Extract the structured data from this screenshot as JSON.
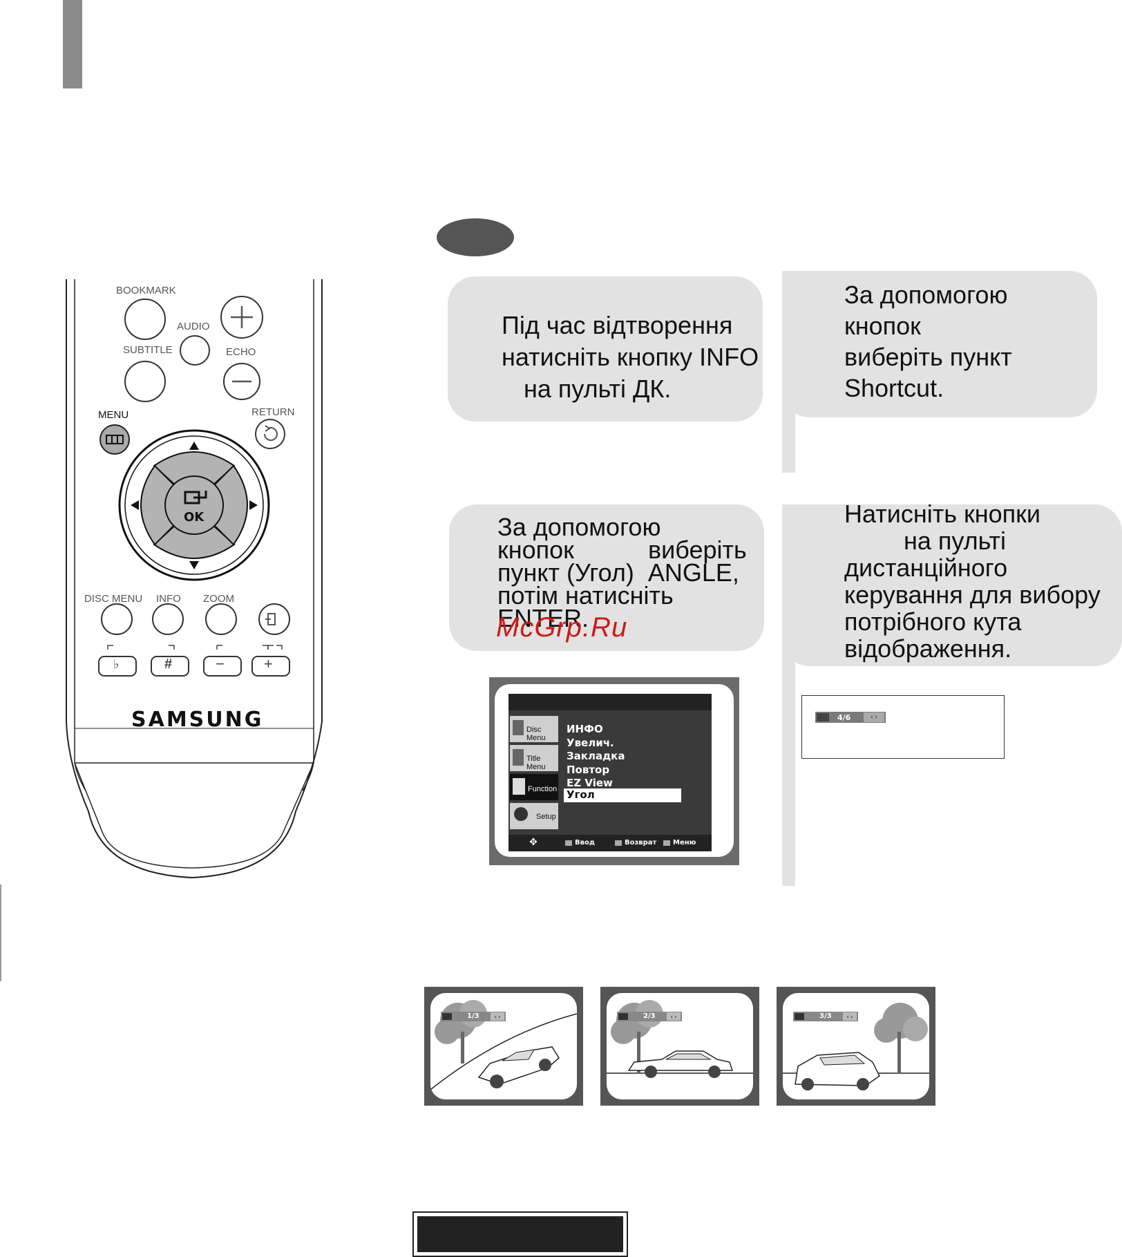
{
  "step1": {
    "line1": "Під час відтворення",
    "line2": "натисніть кнопку INFO",
    "line3": "на пульті ДК."
  },
  "step2": {
    "line1": "За допомогою",
    "line2": "кнопок",
    "line3": "виберіть пункт",
    "line4": "Shortcut."
  },
  "step3": {
    "line1": "За допомогою",
    "line2a": "кнопок",
    "line2b": "виберіть",
    "line3": "пункт (Угол)  ANGLE,",
    "line4": "потім натисніть",
    "line5": "ENTER."
  },
  "step4": {
    "line1": "Натисніть кнопки",
    "line2": "на пульті",
    "line3": "дистанційного",
    "line4": "керування для вибору",
    "line5": "потрібного кута",
    "line6": "відображення."
  },
  "watermark": "McGrp.Ru",
  "remote": {
    "bookmark": "BOOKMARK",
    "audio": "AUDIO",
    "subtitle": "SUBTITLE",
    "echo": "ECHO",
    "menu": "MENU",
    "return": "RETURN",
    "ok": "OK",
    "disc_menu": "DISC MENU",
    "info": "INFO",
    "zoom": "ZOOM",
    "flat": "♭",
    "sharp": "#",
    "minus": "−",
    "plus": "+",
    "brand": "SAMSUNG"
  },
  "osd_menu": {
    "tabs": [
      "Disc Menu",
      "Title Menu",
      "Function",
      "Setup"
    ],
    "items": [
      "ИНФО",
      "Увелич.",
      "Закладка",
      "Повтор",
      "EZ View",
      "Угол"
    ],
    "selected_index": 5,
    "footer": {
      "enter": "Ввод",
      "return": "Возврат",
      "menu": "Меню"
    }
  },
  "angle_display": "4/6",
  "thumbnails": [
    "1/3",
    "2/3",
    "3/3"
  ],
  "icons": {
    "arrow_up": "up-arrow-icon",
    "arrow_down": "down-arrow-icon",
    "arrow_left": "left-arrow-icon",
    "arrow_right": "right-arrow-icon",
    "angle": "camera-angle-icon"
  }
}
